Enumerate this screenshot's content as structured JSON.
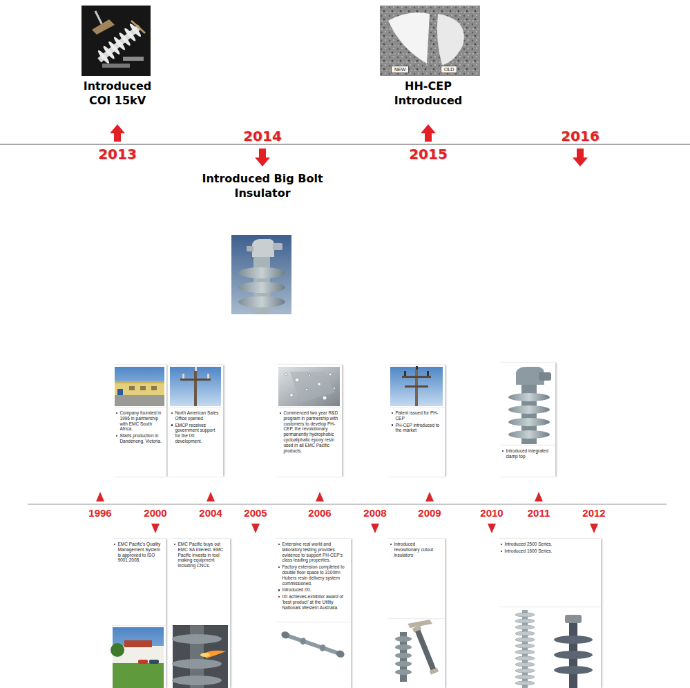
{
  "diagram": {
    "nodes": [
      {
        "text": [
          "Company founded in 1996 in partnership with EMC South Africa.",
          "Starts production in Dandenong, Victoria."
        ]
      },
      {
        "text": [
          "EMC Pacific's Quality Management System is approved to ISO 9001:2008."
        ]
      },
      {
        "text": [
          "North American Sales Office opened.",
          "EMCP receives government support for the IXI development."
        ]
      },
      {
        "text": [
          "EMC Pacific buys out EMC SA interest. EMC Pacific invests in tool making equipment including CNCs."
        ]
      },
      {
        "text": [
          "Commenced two year R&D program in partnership with customers to develop PH-CEP, the revolutionary permanently hydrophobic cycloaliphatic epoxy resin used in all EMC Pacific products."
        ]
      },
      {
        "text": [
          "Extensive real world and laboratory testing provides evidence to support PH-CEP's class leading properties.",
          "Factory extension completed to double floor space to 3100m². Hubers resin delivery system commissioned.",
          "Introduced IXI.",
          "IXI achieves exhibitor award of 'best product' at the Utility Nationals Western Australia."
        ]
      },
      {
        "text": [
          "Patent issued for PH-CEP",
          "PH-CEP introduced to the market"
        ]
      },
      {
        "text": [
          "Introduced revolutionary cutout insulators"
        ]
      },
      {
        "text": [
          "Introduced integrated clamp top"
        ]
      },
      {
        "text": [
          "Introduced 2500 Series.",
          "Introduced 1600 Series."
        ]
      }
    ],
    "labels": [
      "Introduced COI 15kV",
      "2013",
      "2014",
      "Introduced Big Bolt Insulator",
      "NEW",
      "OLD",
      "HH-CEP Introduced",
      "2015",
      "2016",
      "1996",
      "2000",
      "2004",
      "2005",
      "2006",
      "2008",
      "2009",
      "2010",
      "2011",
      "2012"
    ]
  }
}
